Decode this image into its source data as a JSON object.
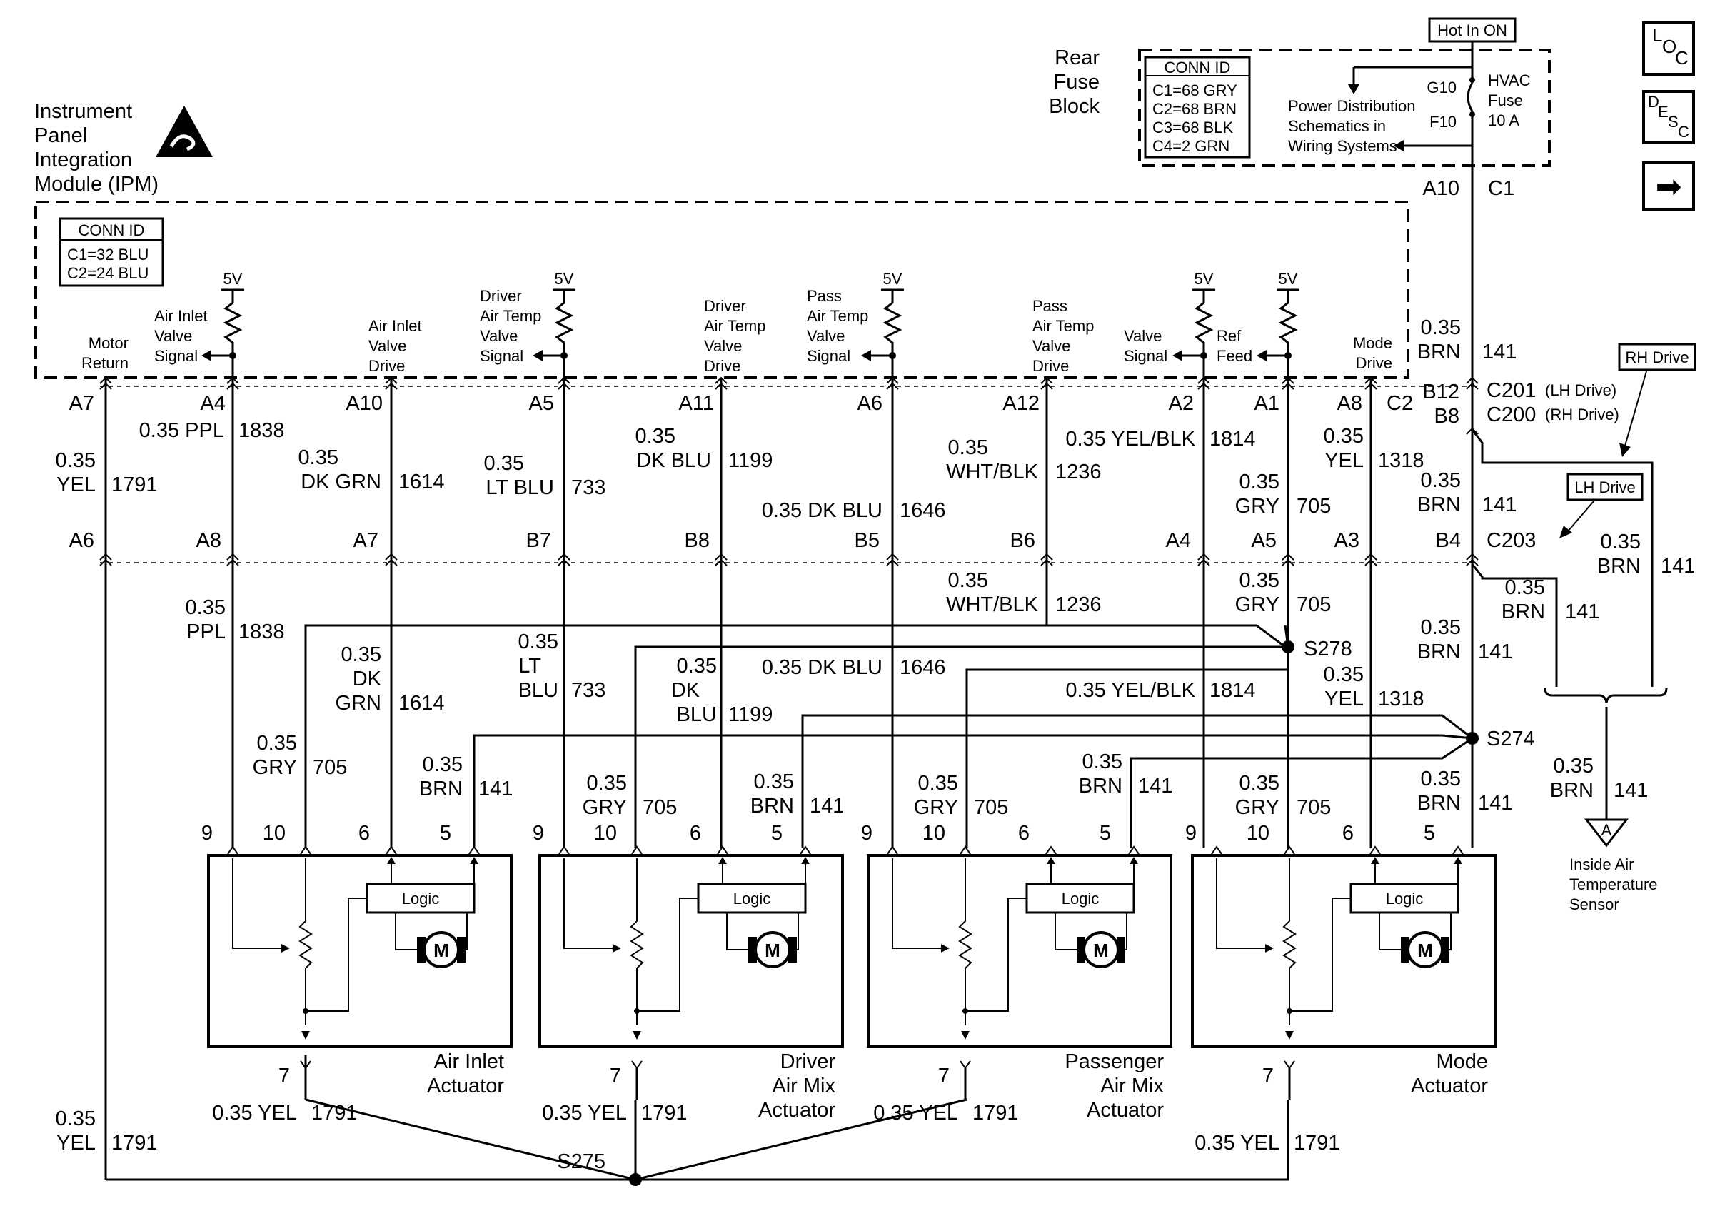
{
  "header": {
    "ipm_title": [
      "Instrument",
      "Panel",
      "Integration",
      "Module (IPM)"
    ],
    "rear_fuse_block": [
      "Rear",
      "Fuse",
      "Block"
    ],
    "hot_in_on": "Hot In ON",
    "fuse_conn_id_title": "CONN ID",
    "fuse_conn_ids": [
      "C1=68 GRY",
      "C2=68 BRN",
      "C3=68 BLK",
      "C4=2 GRN"
    ],
    "g10": "G10",
    "f10": "F10",
    "hvac_fuse": [
      "HVAC",
      "Fuse",
      "10 A"
    ],
    "power_distribution": [
      "Power Distribution",
      "Schematics in",
      "Wiring Systems"
    ],
    "a10": "A10",
    "c1": "C1"
  },
  "side_buttons": {
    "loc": [
      "L",
      "O",
      "C"
    ],
    "desc": [
      "D",
      "E",
      "S",
      "C"
    ],
    "next_arrow": "➡"
  },
  "ipm": {
    "conn_id_title": "CONN ID",
    "conn_ids": [
      "C1=32 BLU",
      "C2=24 BLU"
    ],
    "v5": "5V",
    "signals": {
      "motor_return": [
        "Motor",
        "Return"
      ],
      "air_inlet_valve_signal": [
        "Air Inlet",
        "Valve",
        "Signal"
      ],
      "air_inlet_valve_drive": [
        "Air Inlet",
        "Valve",
        "Drive"
      ],
      "driver_air_temp_valve_signal": [
        "Driver",
        "Air Temp",
        "Valve",
        "Signal"
      ],
      "driver_air_temp_valve_drive": [
        "Driver",
        "Air Temp",
        "Valve",
        "Drive"
      ],
      "pass_air_temp_valve_signal": [
        "Pass",
        "Air Temp",
        "Valve",
        "Signal"
      ],
      "pass_air_temp_valve_drive": [
        "Pass",
        "Air Temp",
        "Valve",
        "Drive"
      ],
      "valve_signal": [
        "Valve",
        "Signal"
      ],
      "ref_feed": [
        "Ref",
        "Feed"
      ],
      "mode_drive": [
        "Mode",
        "Drive"
      ]
    }
  },
  "connectors": {
    "c201_pins": [
      "A7",
      "A4",
      "A10",
      "A5",
      "A11",
      "A6",
      "A12",
      "A2",
      "A1",
      "A8",
      "C2"
    ],
    "b12": "B12",
    "b8": "B8",
    "c201": "C201",
    "c201_note": "(LH Drive)",
    "c200": "C200",
    "c200_note": "(RH Drive)",
    "c203_pins": [
      "A6",
      "A8",
      "A7",
      "B7",
      "B8",
      "B5",
      "B6",
      "A4",
      "A5",
      "A3",
      "B4"
    ],
    "c203": "C203",
    "rh_drive": "RH Drive",
    "lh_drive": "LH Drive"
  },
  "wires_upper": [
    {
      "gauge": "0.35",
      "color": "YEL",
      "circuit": "1791"
    },
    {
      "gauge": "0.35 PPL",
      "circuit": "1838"
    },
    {
      "gauge": "0.35",
      "color": "DK GRN",
      "circuit": "1614"
    },
    {
      "gauge": "0.35",
      "color": "LT BLU",
      "circuit": "733"
    },
    {
      "gauge": "0.35",
      "color": "DK BLU",
      "circuit": "1199"
    },
    {
      "gauge": "0.35 DK BLU",
      "circuit": "1646"
    },
    {
      "gauge": "0.35",
      "color": "WHT/BLK",
      "circuit": "1236"
    },
    {
      "gauge": "0.35 YEL/BLK",
      "circuit": "1814"
    },
    {
      "gauge": "0.35",
      "color": "GRY",
      "circuit": "705"
    },
    {
      "gauge": "0.35",
      "color": "YEL",
      "circuit": "1318"
    },
    {
      "gauge": "0.35",
      "color": "BRN",
      "circuit": "141"
    },
    {
      "gauge": "0.35",
      "color": "BRN",
      "circuit": "141"
    }
  ],
  "wires_lower": [
    {
      "gauge": "0.35",
      "color": "PPL",
      "circuit": "1838"
    },
    {
      "gauge": "0.35",
      "color": "WHT/BLK",
      "circuit": "1236"
    },
    {
      "gauge": "0.35",
      "color": "GRY",
      "circuit": "705"
    },
    {
      "gauge": "0.35",
      "color": "DK",
      "color2": "GRN",
      "circuit": "1614"
    },
    {
      "gauge": "0.35",
      "color": "LT",
      "color2": "BLU",
      "circuit": "733"
    },
    {
      "gauge": "0.35",
      "color": "DK",
      "color2": "BLU",
      "circuit": "1199"
    },
    {
      "gauge": "0.35 DK BLU",
      "circuit": "1646"
    },
    {
      "gauge": "0.35 YEL/BLK",
      "circuit": "1814"
    },
    {
      "gauge": "0.35",
      "color": "YEL",
      "circuit": "1318"
    },
    {
      "gauge": "0.35",
      "color": "BRN",
      "circuit": "141"
    },
    {
      "gauge": "0.35",
      "color": "GRY",
      "circuit": "705"
    },
    {
      "gauge": "0.35",
      "color": "BRN",
      "circuit": "141"
    }
  ],
  "splices": {
    "s278": "S278",
    "s274": "S274",
    "s275": "S275"
  },
  "actuators": [
    {
      "name": [
        "Air Inlet",
        "Actuator"
      ],
      "pins": [
        "9",
        "10",
        "6",
        "5"
      ],
      "pin7": "7",
      "logic": "Logic",
      "motor": "M"
    },
    {
      "name": [
        "Driver",
        "Air Mix",
        "Actuator"
      ],
      "pins": [
        "9",
        "10",
        "6",
        "5"
      ],
      "pin7": "7",
      "logic": "Logic",
      "motor": "M"
    },
    {
      "name": [
        "Passenger",
        "Air Mix",
        "Actuator"
      ],
      "pins": [
        "9",
        "10",
        "6",
        "5"
      ],
      "pin7": "7",
      "logic": "Logic",
      "motor": "M"
    },
    {
      "name": [
        "Mode",
        "Actuator"
      ],
      "pins": [
        "9",
        "10",
        "6",
        "5"
      ],
      "pin7": "7",
      "logic": "Logic",
      "motor": "M"
    }
  ],
  "actuator_wires": {
    "gry705": {
      "gauge": "0.35",
      "color": "GRY",
      "circuit": "705"
    },
    "brn141": {
      "gauge": "0.35",
      "color": "BRN",
      "circuit": "141"
    },
    "yel1791": {
      "gauge": "0.35 YEL",
      "circuit": "1791"
    }
  },
  "return_wire": {
    "gauge": "0.35",
    "color": "YEL",
    "circuit": "1791"
  },
  "sensor": {
    "wire": {
      "gauge": "0.35",
      "color": "BRN",
      "circuit": "141"
    },
    "ref": "A",
    "name": [
      "Inside Air",
      "Temperature",
      "Sensor"
    ]
  }
}
